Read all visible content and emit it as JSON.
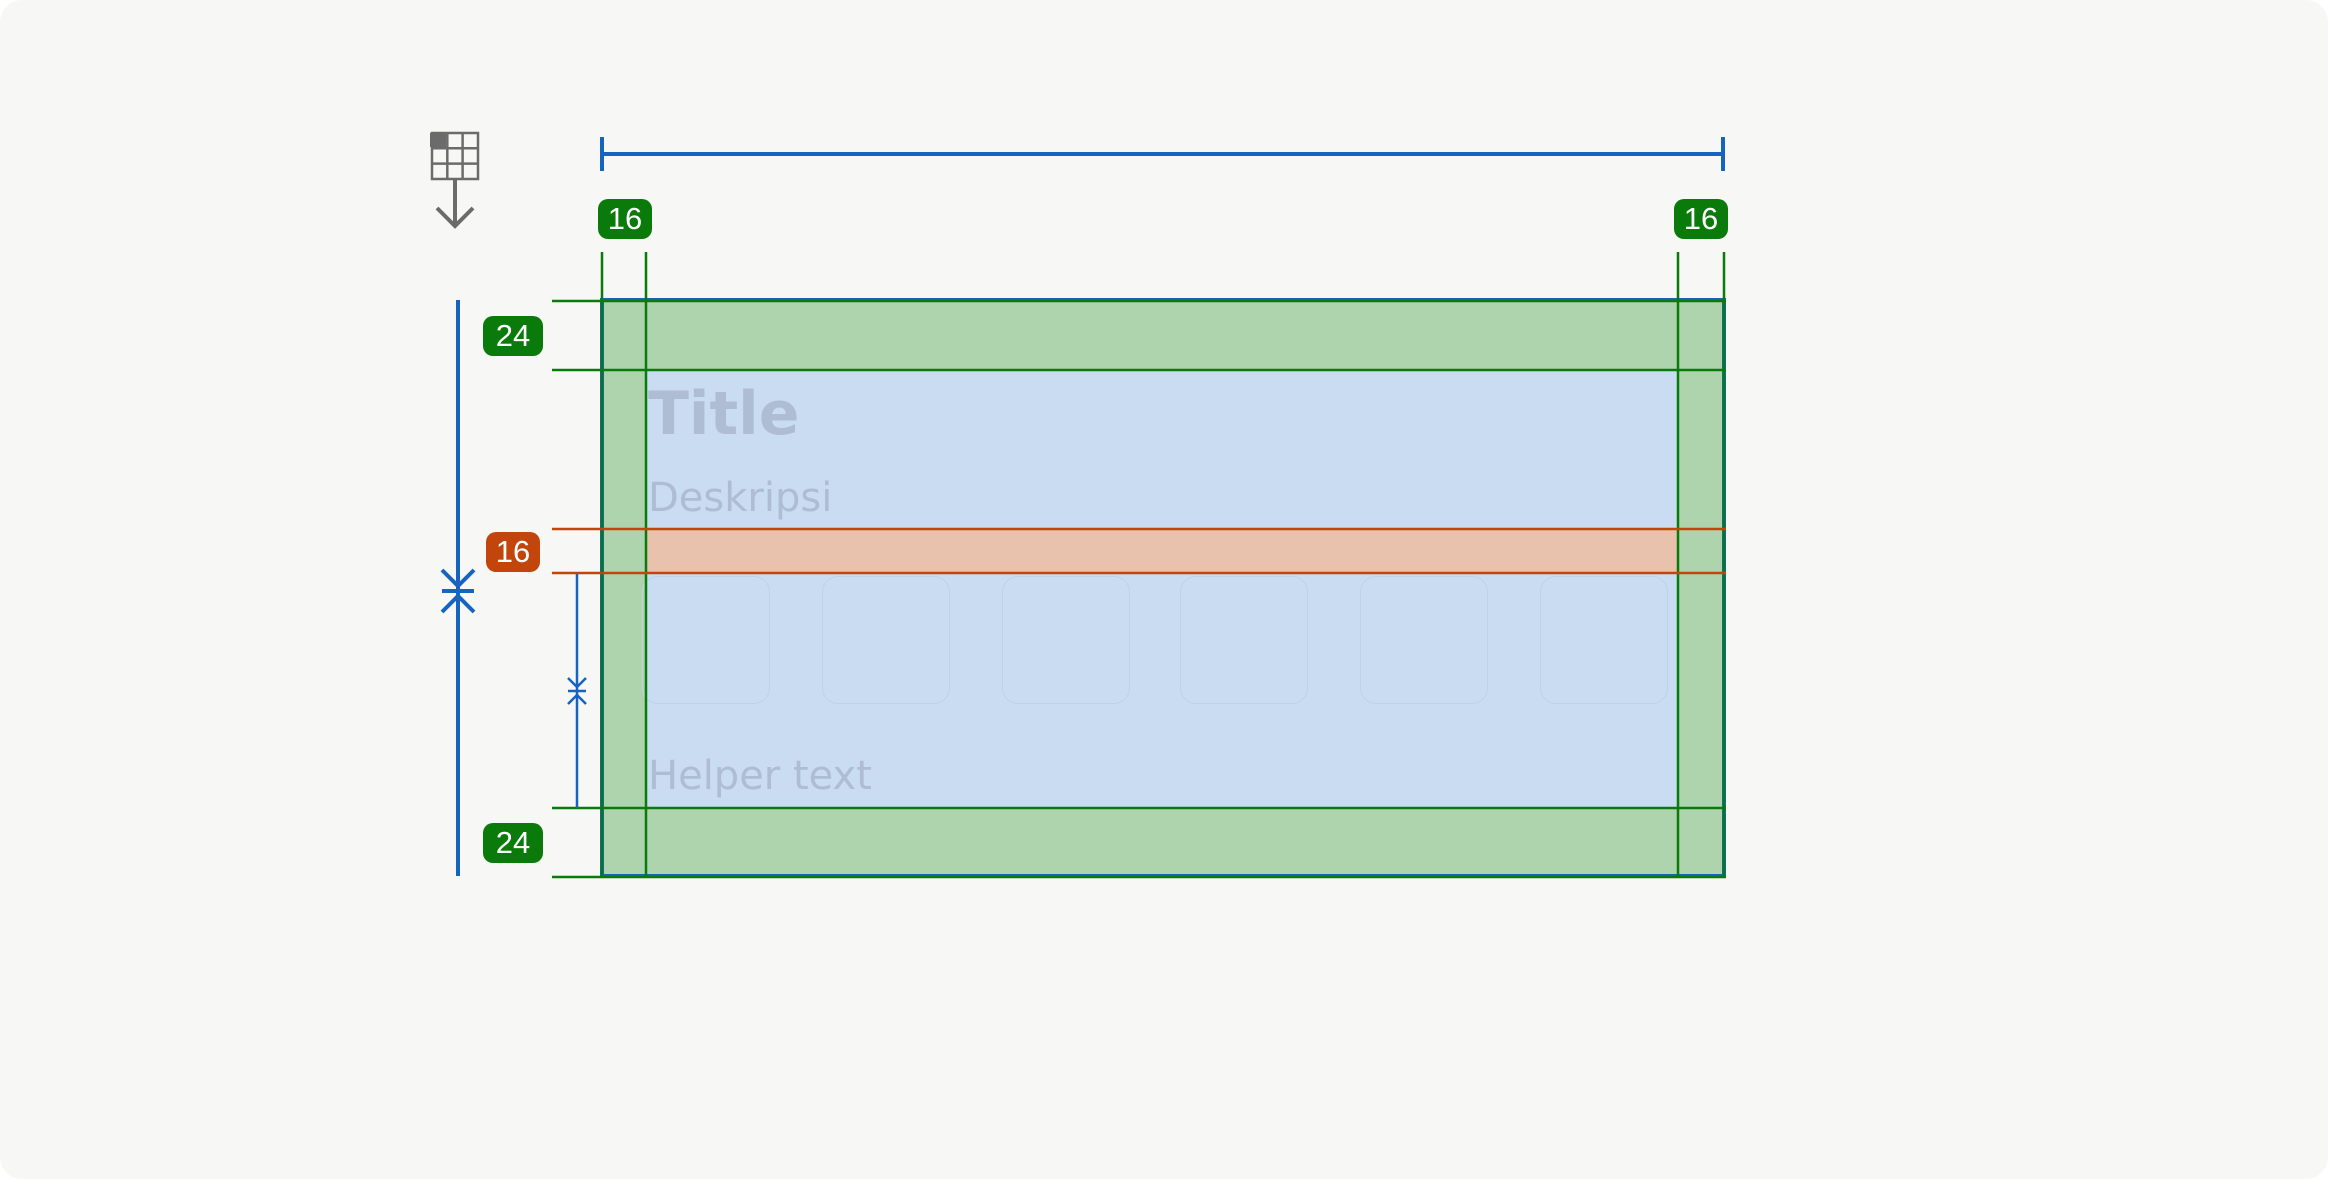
{
  "colors": {
    "background": "#f7f7f5",
    "padding_green": "#0a7a0a",
    "padding_fill": "#aed4ae",
    "gap_orange": "#c2450c",
    "gap_fill": "#e8c2ac",
    "content_fill": "#c9dcf1",
    "measure_blue": "#1565c0",
    "icon_gray": "#6b6b6b"
  },
  "icons": {
    "layout": "table-fill-down-icon"
  },
  "spacing_labels": {
    "left_padding": "16",
    "right_padding": "16",
    "top_padding": "24",
    "bottom_padding": "24",
    "item_gap": "16"
  },
  "component": {
    "title": "Title",
    "description": "Deskripsi",
    "helper_text": "Helper text",
    "option_slot_count": 6
  }
}
